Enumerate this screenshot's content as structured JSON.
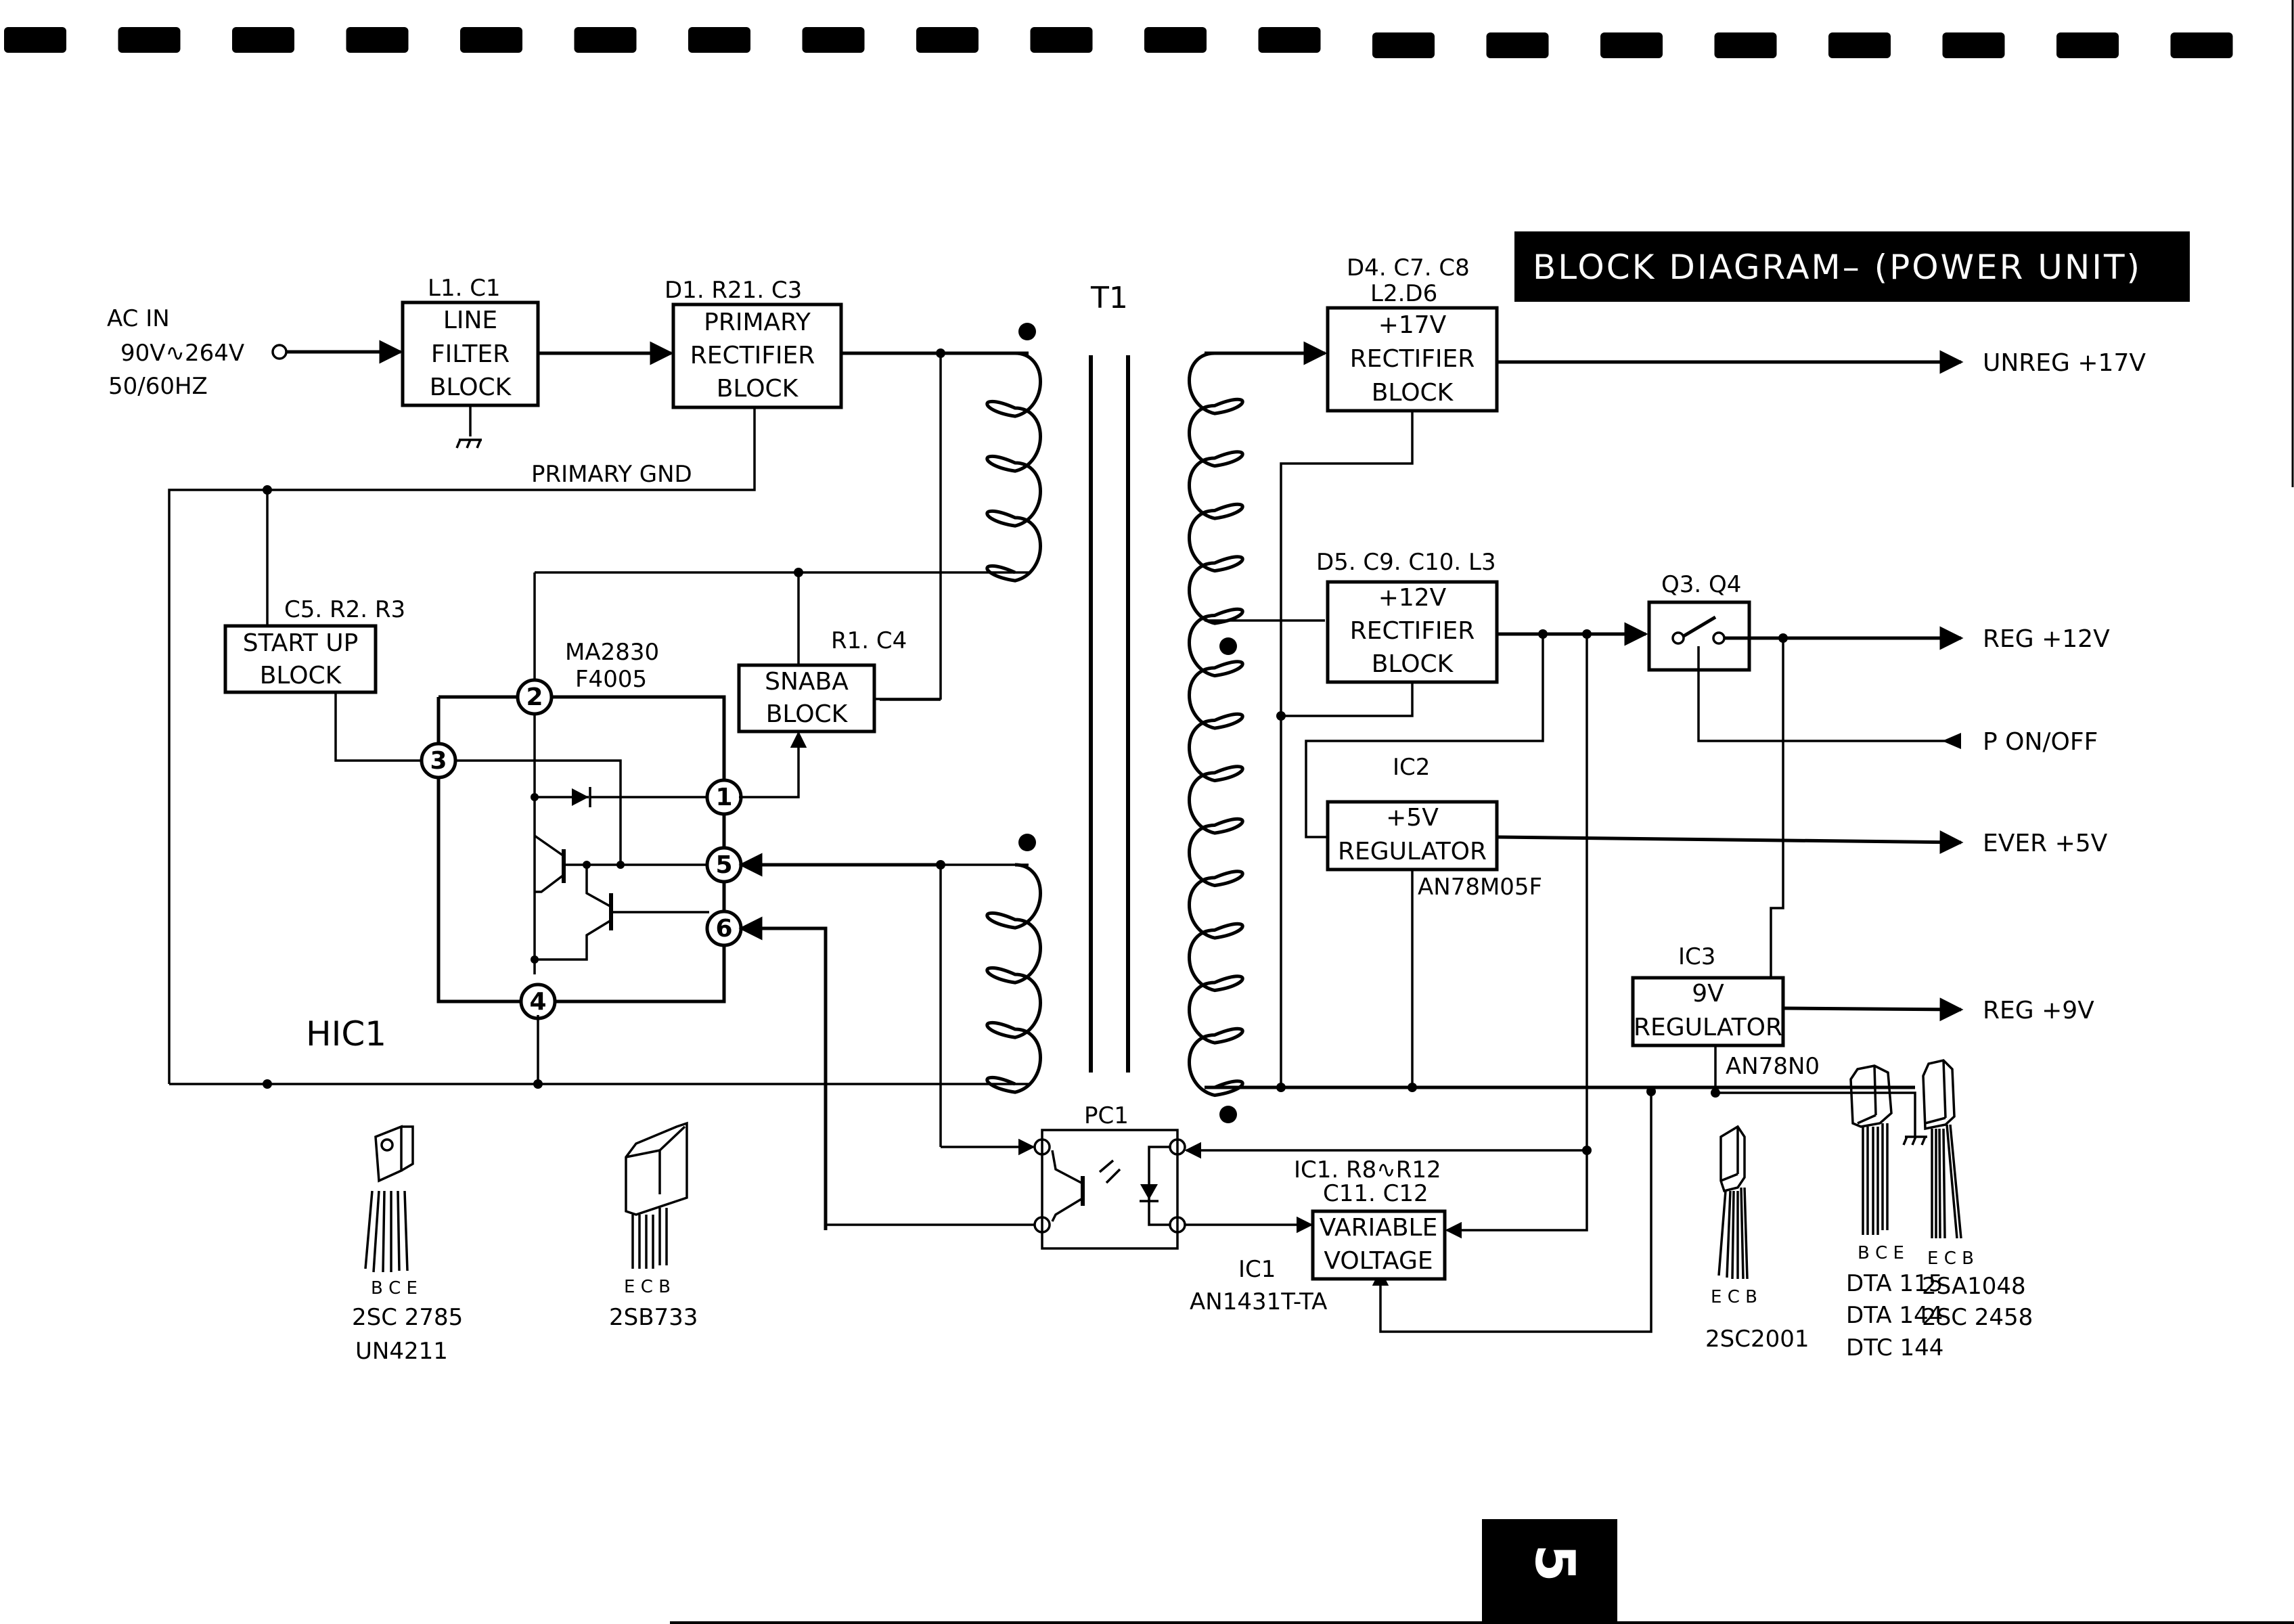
{
  "title": "BLOCK DIAGRAM–  (POWER UNIT)",
  "page_number": "5",
  "input": {
    "label_line1": "AC  IN",
    "label_line2": "90V∿264V",
    "label_line3": "50/60HZ"
  },
  "blocks": {
    "line_filter": {
      "ref": "L1. C1",
      "lines": [
        "LINE",
        "FILTER",
        "BLOCK"
      ]
    },
    "primary_rectifier": {
      "ref": "D1. R21. C3",
      "lines": [
        "PRIMARY",
        "RECTIFIER",
        "BLOCK"
      ]
    },
    "start_up": {
      "ref": "C5. R2. R3",
      "lines": [
        "START  UP",
        "BLOCK"
      ]
    },
    "snaba": {
      "ref": "R1. C4",
      "lines": [
        "SNABA",
        "BLOCK"
      ]
    },
    "rect17": {
      "ref_line1": "D4. C7. C8",
      "ref_line2": "L2.D6",
      "lines": [
        "+17V",
        "RECTIFIER",
        "BLOCK"
      ]
    },
    "rect12": {
      "ref": "D5. C9. C10. L3",
      "lines": [
        "+12V",
        "RECTIFIER",
        "BLOCK"
      ]
    },
    "reg5": {
      "ref": "IC2",
      "part": "AN78M05F",
      "lines": [
        "+5V",
        "REGULATOR"
      ]
    },
    "reg9": {
      "ref": "IC3",
      "part": "AN78N0",
      "lines": [
        "9V",
        "REGULATOR"
      ]
    },
    "variable_voltage": {
      "ref_line1": "IC1. R8∿R12",
      "ref_line2": "C11.  C12",
      "ic": "IC1",
      "part": "AN1431T-TA",
      "lines": [
        "VARIABLE",
        "VOLTAGE"
      ]
    },
    "switch": {
      "ref": "Q3. Q4"
    },
    "optocoupler": {
      "ref": "PC1"
    }
  },
  "labels": {
    "primary_gnd": "PRIMARY  GND",
    "transformer": "T1",
    "hic": "HIC1",
    "hic_part_line1": "MA2830",
    "hic_part_line2": "F4005"
  },
  "hic_pins": [
    "1",
    "2",
    "3",
    "4",
    "5",
    "6"
  ],
  "outputs": [
    {
      "label": "UNREG  +17V",
      "direction": "out"
    },
    {
      "label": "REG  +12V",
      "direction": "out"
    },
    {
      "label": "P  ON/OFF",
      "direction": "in"
    },
    {
      "label": "EVER  +5V",
      "direction": "out"
    },
    {
      "label": "REG  +9V",
      "direction": "out"
    }
  ],
  "transistors": [
    {
      "pins": "B  C  E",
      "parts": [
        "2SC 2785",
        "UN4211"
      ]
    },
    {
      "pins": "E  C  B",
      "parts": [
        "2SB733"
      ]
    },
    {
      "pins": "E  C  B",
      "parts": [
        "2SC2001"
      ]
    },
    {
      "pins": "B  C  E",
      "parts": [
        "DTA 115",
        "DTA 144",
        "DTC 144"
      ]
    },
    {
      "pins": "E  C  B",
      "parts": [
        "2SA1048",
        "2SC 2458"
      ]
    }
  ]
}
